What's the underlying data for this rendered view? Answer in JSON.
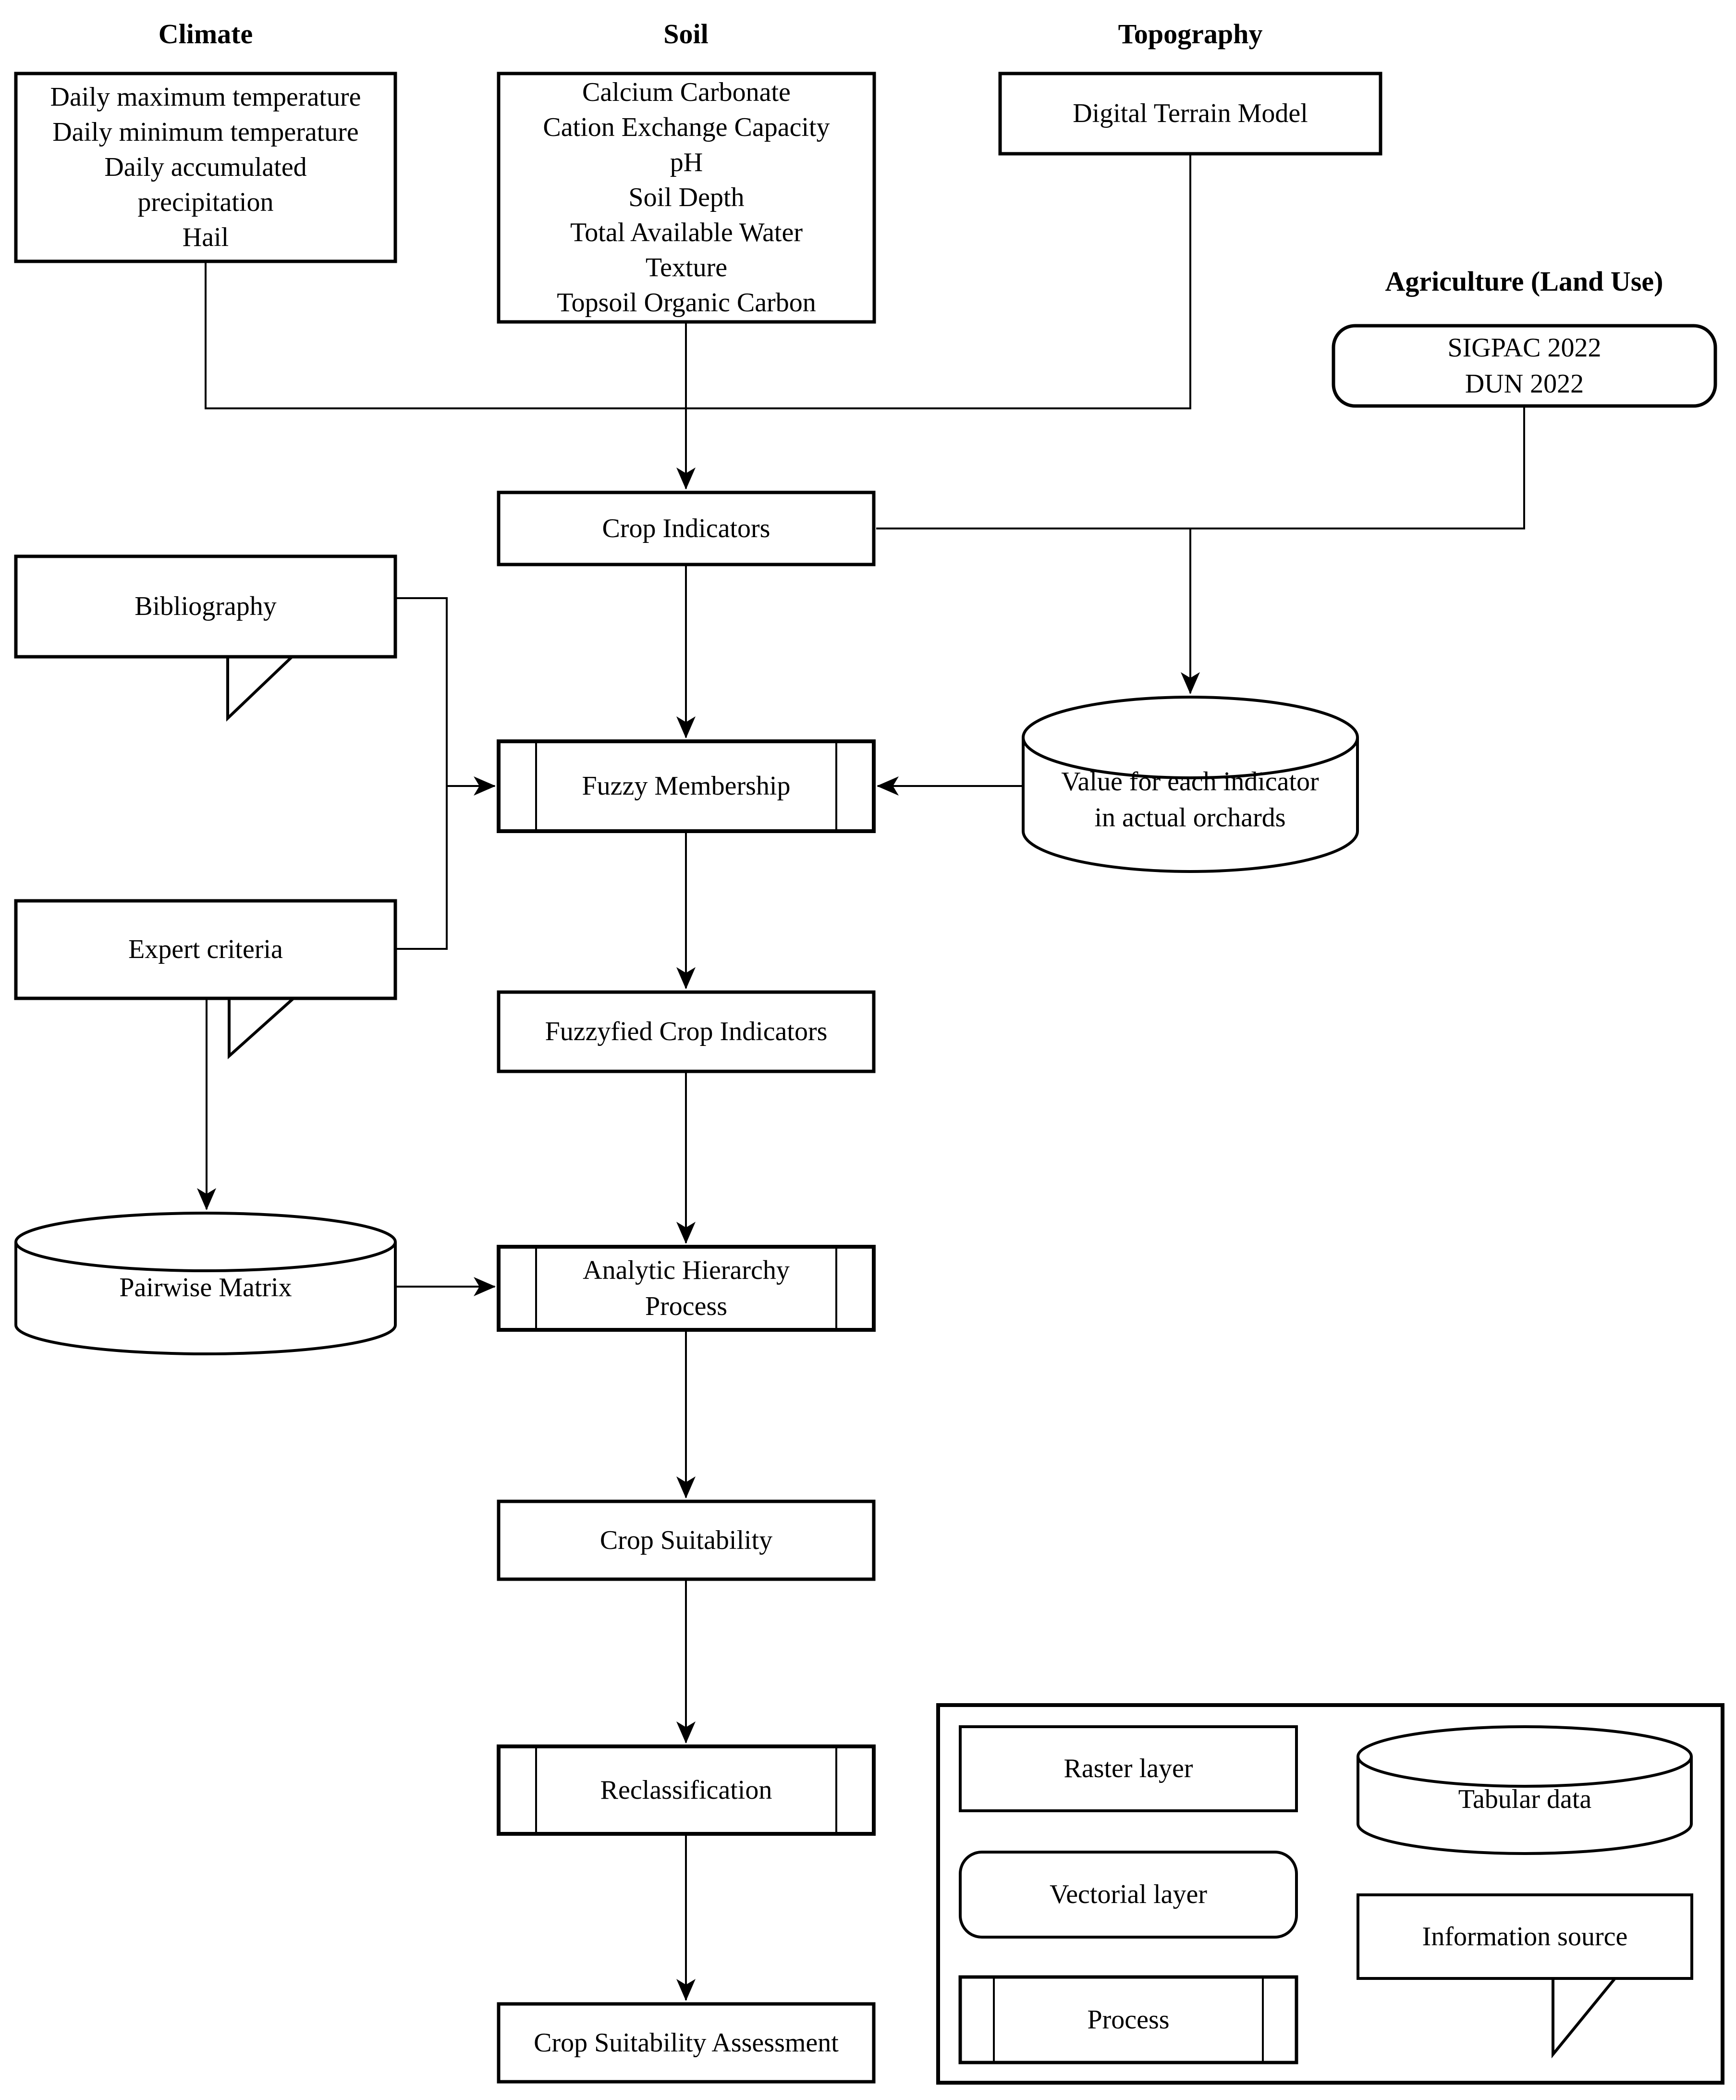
{
  "headers": {
    "climate": "Climate",
    "soil": "Soil",
    "topography": "Topography",
    "agriculture": "Agriculture (Land Use)"
  },
  "nodes": {
    "climate": {
      "lines": [
        "Daily maximum temperature",
        "Daily minimum temperature",
        "Daily accumulated",
        "precipitation",
        "Hail"
      ]
    },
    "soil": {
      "lines": [
        "Calcium Carbonate",
        "Cation Exchange Capacity",
        "pH",
        "Soil Depth",
        "Total Available Water",
        "Texture",
        "Topsoil Organic Carbon"
      ]
    },
    "digital_terrain_model": {
      "label": "Digital Terrain Model"
    },
    "agriculture_sources": {
      "lines": [
        "SIGPAC 2022",
        "DUN 2022"
      ]
    },
    "crop_indicators": {
      "label": "Crop Indicators"
    },
    "bibliography": {
      "label": "Bibliography"
    },
    "fuzzy_membership": {
      "label": "Fuzzy Membership"
    },
    "orchard_values": {
      "lines": [
        "Value for each indicator",
        "in actual orchards"
      ]
    },
    "expert_criteria": {
      "label": "Expert criteria"
    },
    "fuzzyfied_crop_indicators": {
      "label": "Fuzzyfied Crop Indicators"
    },
    "pairwise_matrix": {
      "label": "Pairwise Matrix"
    },
    "analytic_hierarchy_process": {
      "lines": [
        "Analytic Hierarchy",
        "Process"
      ]
    },
    "crop_suitability": {
      "label": "Crop Suitability"
    },
    "reclassification": {
      "label": "Reclassification"
    },
    "crop_suitability_assessment": {
      "label": "Crop Suitability Assessment"
    }
  },
  "legend": {
    "raster": "Raster layer",
    "tabular": "Tabular data",
    "vectorial": "Vectorial layer",
    "information_source": "Information source",
    "process": "Process"
  },
  "colors": {
    "ink": "#000000",
    "background": "#ffffff"
  }
}
